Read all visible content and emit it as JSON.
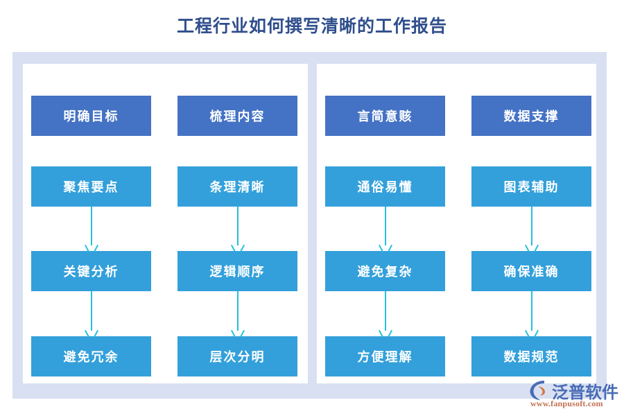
{
  "page": {
    "title": "工程行业如何撰写清晰的工作报告"
  },
  "colors": {
    "title": "#2F4E8C",
    "outer_panel": "#D8E0F2",
    "inner_canvas": "#FFFFFF",
    "box_dark_blue": "#4472C4",
    "box_light_blue": "#33A0DB",
    "arrow": "#23C1DC",
    "logo_blue": "#4A6CB4",
    "logo_orange": "#C2704F"
  },
  "diagram": {
    "columns": [
      {
        "section": "left",
        "id": "column-1",
        "boxes": [
          {
            "label": "明确目标",
            "tone": "dark"
          },
          {
            "label": "聚焦要点",
            "tone": "light"
          },
          {
            "label": "关键分析",
            "tone": "light"
          },
          {
            "label": "避免冗余",
            "tone": "light"
          }
        ]
      },
      {
        "section": "left",
        "id": "column-2",
        "boxes": [
          {
            "label": "梳理内容",
            "tone": "dark"
          },
          {
            "label": "条理清晰",
            "tone": "light"
          },
          {
            "label": "逻辑顺序",
            "tone": "light"
          },
          {
            "label": "层次分明",
            "tone": "light"
          }
        ]
      },
      {
        "section": "right",
        "id": "column-3",
        "boxes": [
          {
            "label": "言简意赅",
            "tone": "dark"
          },
          {
            "label": "通俗易懂",
            "tone": "light"
          },
          {
            "label": "避免复杂",
            "tone": "light"
          },
          {
            "label": "方便理解",
            "tone": "light"
          }
        ]
      },
      {
        "section": "right",
        "id": "column-4",
        "boxes": [
          {
            "label": "数据支撑",
            "tone": "dark"
          },
          {
            "label": "图表辅助",
            "tone": "light"
          },
          {
            "label": "确保准确",
            "tone": "light"
          },
          {
            "label": "数据规范",
            "tone": "light"
          }
        ]
      }
    ]
  },
  "watermark": {
    "name": "泛普软件",
    "url": "www.fanpusoft.com"
  },
  "logo": {
    "name": "泛普软件",
    "url": "www.fanpusoft.com"
  }
}
